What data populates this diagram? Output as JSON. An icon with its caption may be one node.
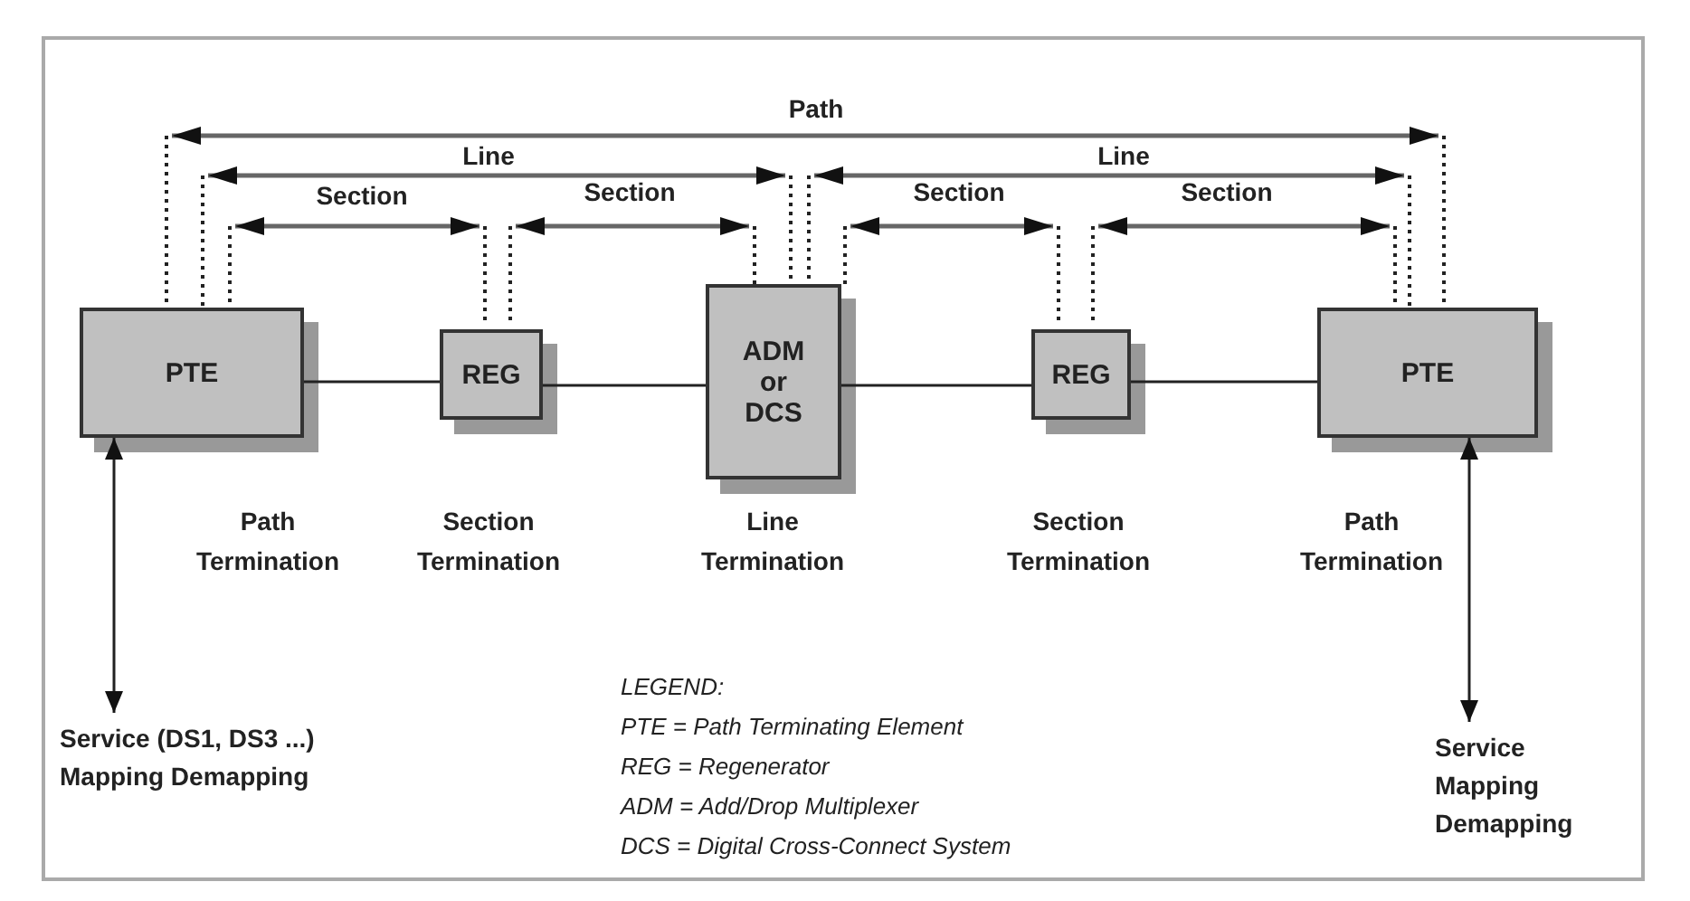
{
  "diagram": {
    "nodes": [
      {
        "text": [
          "PTE"
        ],
        "beside": [
          "Path Termination"
        ]
      },
      {
        "text": [
          "REG"
        ],
        "beside": [
          "Section Termination"
        ]
      },
      {
        "text": [
          "ADM or DCS"
        ],
        "beside": [
          "Line Termination"
        ]
      },
      {
        "text": [
          "REG"
        ],
        "beside": [
          "Section Termination"
        ]
      },
      {
        "text": [
          "PTE"
        ],
        "beside": [
          "Path Termination"
        ]
      },
      {
        "text": [
          "Service (DS1, DS3 ...) Mapping Demapping"
        ]
      },
      {
        "text": [
          "Service Mapping Demapping"
        ]
      }
    ],
    "edges": [
      {
        "from": 0,
        "to": 1,
        "arrow": "none"
      },
      {
        "from": 1,
        "to": 2,
        "arrow": "none"
      },
      {
        "from": 2,
        "to": 3,
        "arrow": "none"
      },
      {
        "from": 3,
        "to": 4,
        "arrow": "none"
      },
      {
        "from": 0,
        "to": 5,
        "arrow": "both"
      },
      {
        "from": 4,
        "to": 6,
        "arrow": "both"
      }
    ],
    "labels": [
      "Path",
      "Line",
      "Line",
      "Section",
      "Section",
      "Section",
      "Section",
      "LEGEND:",
      "PTE = Path Terminating Element",
      "REG = Regenerator",
      "ADM = Add/Drop Multiplexer",
      "DCS = Digital Cross-Connect System"
    ]
  }
}
